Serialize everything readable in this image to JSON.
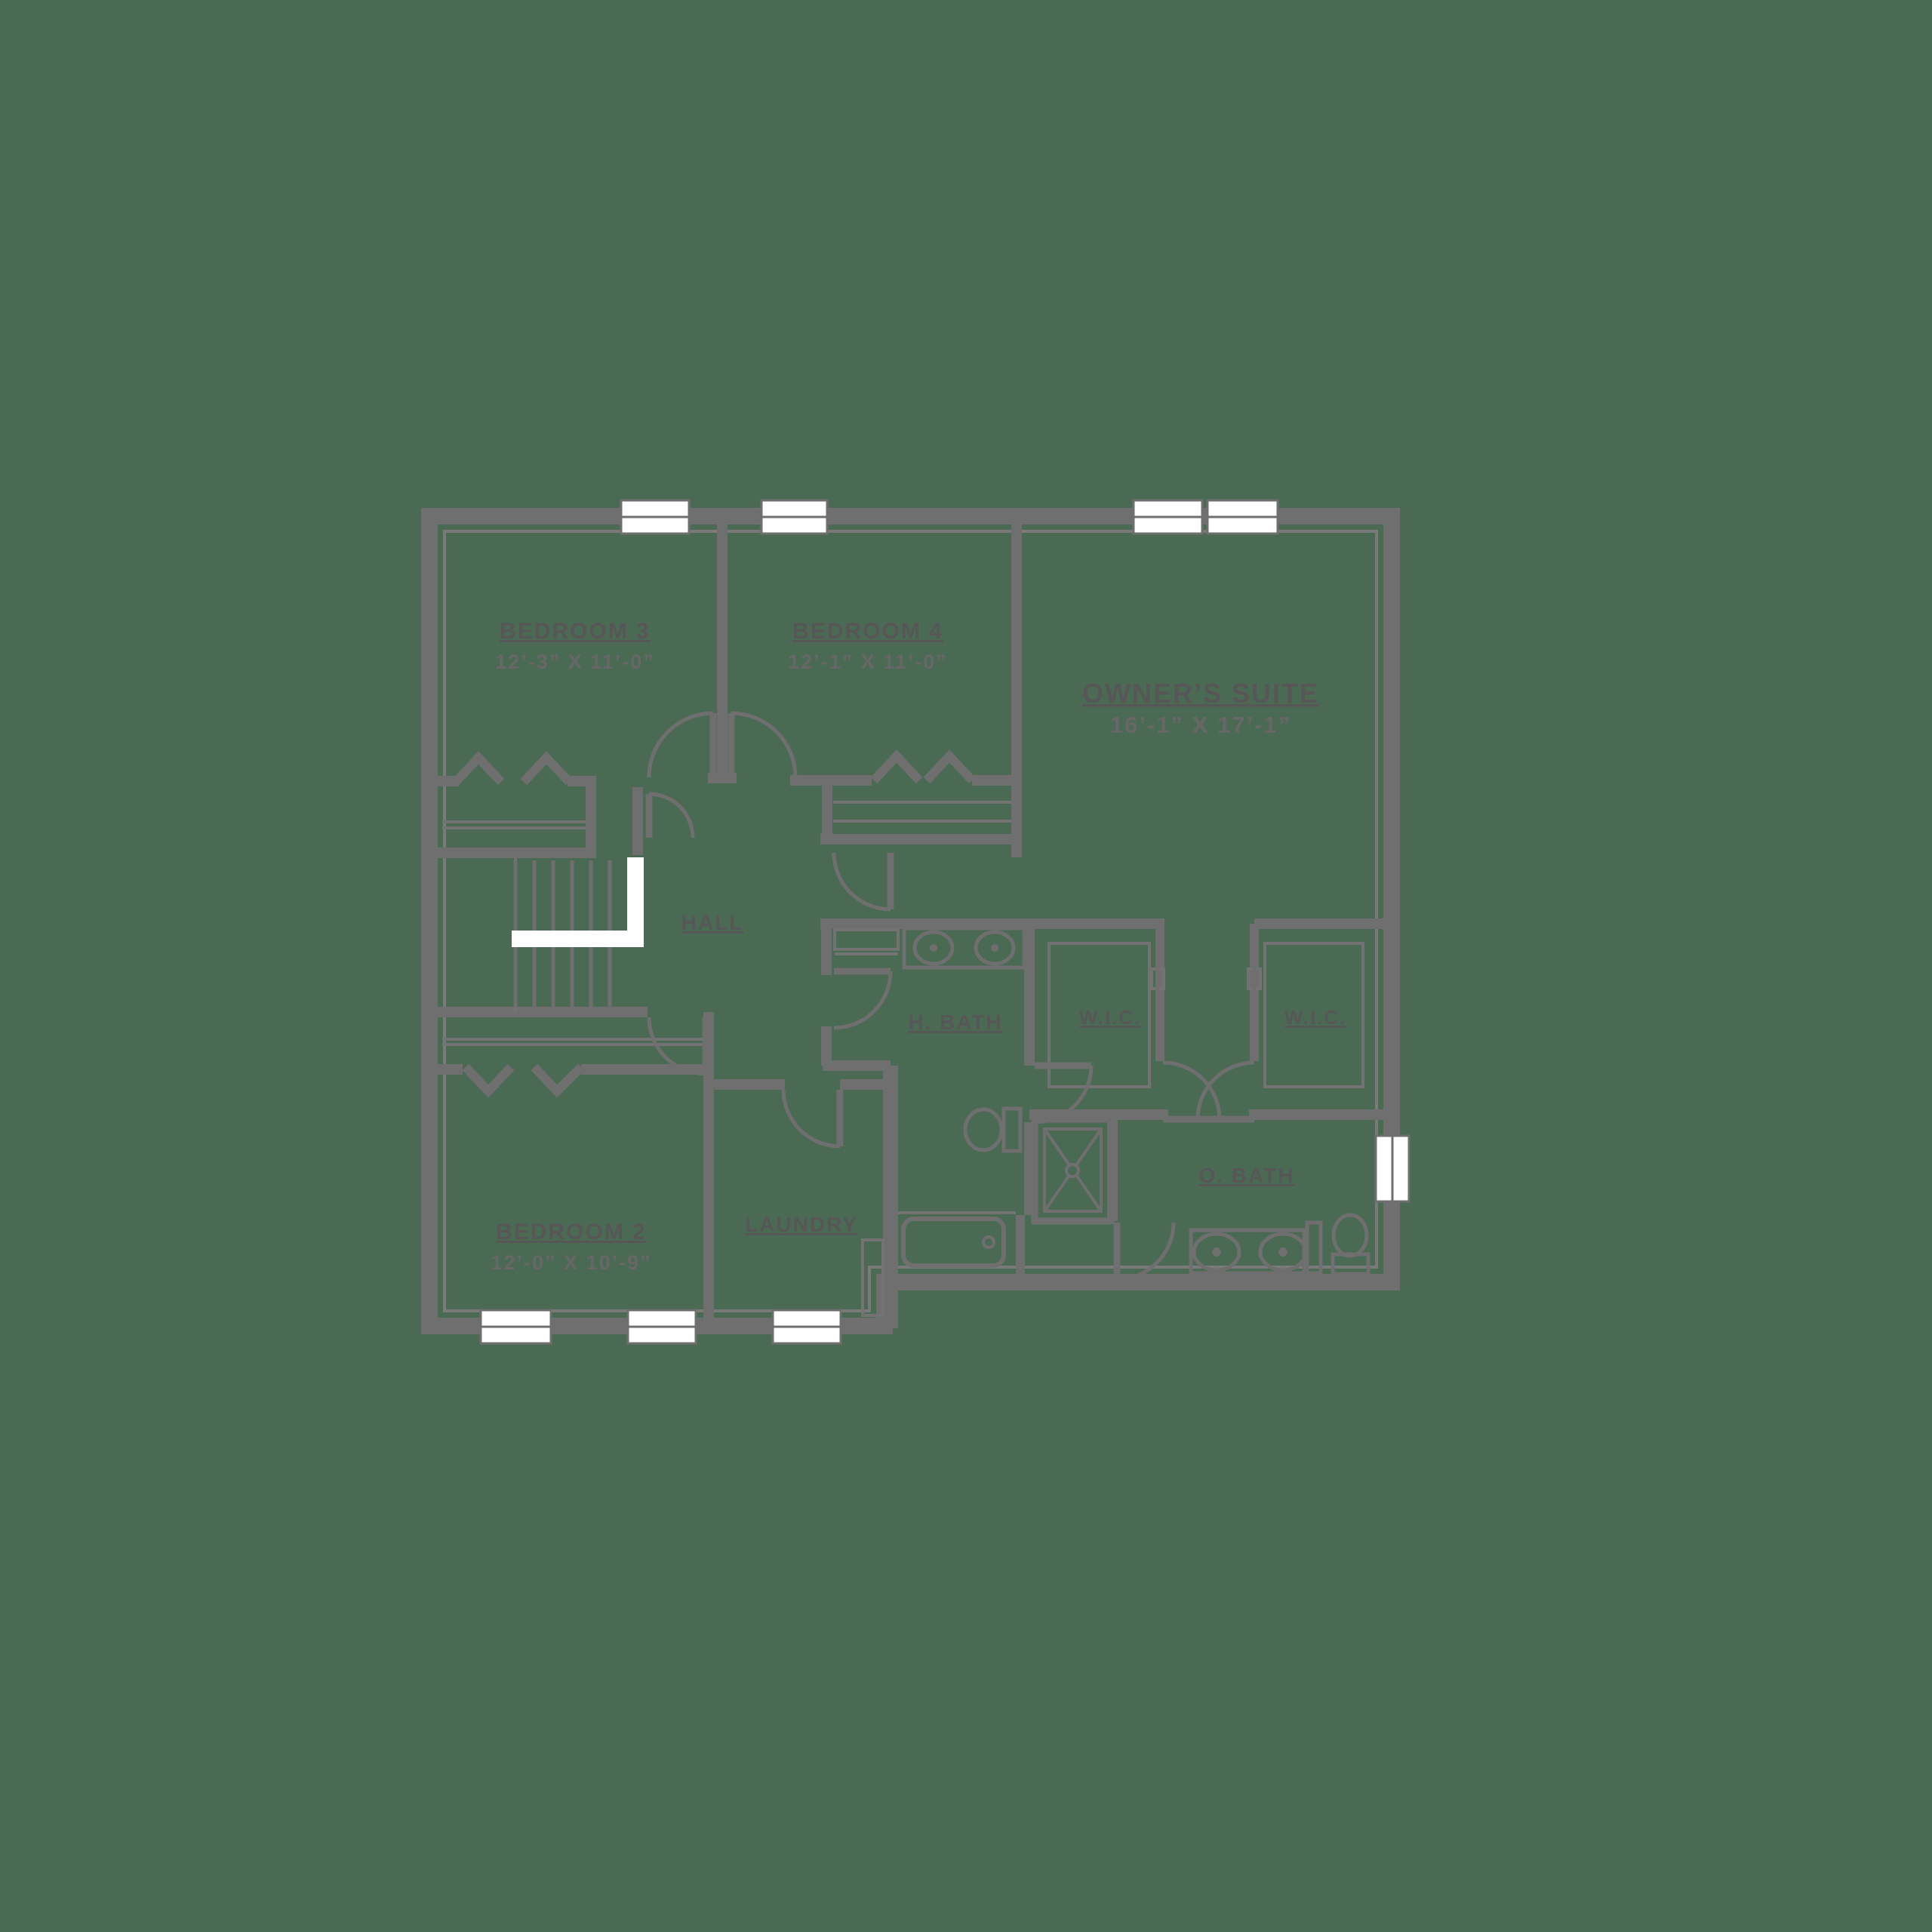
{
  "page": {
    "background_color": "#4b6a54",
    "wall_color": "#6f6f6f",
    "thin_line_color": "#737373",
    "label_color": "#575757",
    "dimension_color": "#676767",
    "window_color": "#ffffff"
  },
  "floor_plan": {
    "rooms": [
      {
        "id": "bedroom3",
        "name": "BEDROOM 3",
        "dimensions": "12’-3” X 11’-0”"
      },
      {
        "id": "bedroom4",
        "name": "BEDROOM 4",
        "dimensions": "12’-1” X 11’-0”"
      },
      {
        "id": "owners_suite",
        "name": "OWNER’S SUITE",
        "dimensions": "16’-1” X 17’-1”"
      },
      {
        "id": "hall",
        "name": "HALL",
        "dimensions": ""
      },
      {
        "id": "h_bath",
        "name": "H. BATH",
        "dimensions": ""
      },
      {
        "id": "wic_left",
        "name": "W.I.C.",
        "dimensions": ""
      },
      {
        "id": "wic_right",
        "name": "W.I.C.",
        "dimensions": ""
      },
      {
        "id": "o_bath",
        "name": "O. BATH",
        "dimensions": ""
      },
      {
        "id": "bedroom2",
        "name": "BEDROOM 2",
        "dimensions": "12’-0” X 10’-9”"
      },
      {
        "id": "laundry",
        "name": "LAUNDRY",
        "dimensions": ""
      }
    ]
  }
}
